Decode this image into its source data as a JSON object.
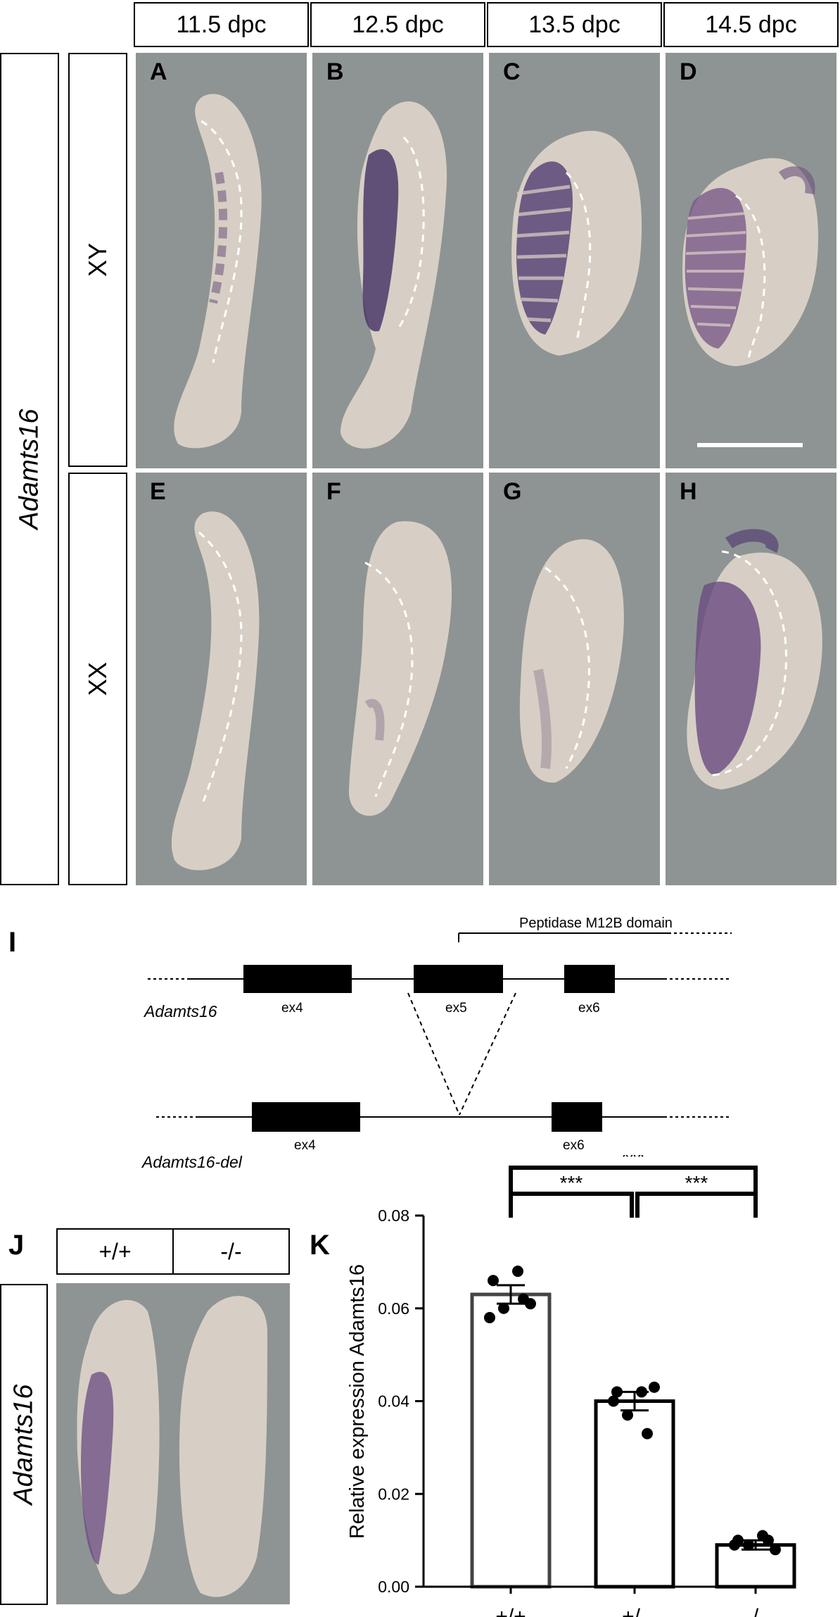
{
  "stages": [
    "11.5 dpc",
    "12.5 dpc",
    "13.5 dpc",
    "14.5 dpc"
  ],
  "gene_label": "Adamts16",
  "rows": [
    "XY",
    "XX"
  ],
  "panel_letters": [
    "A",
    "B",
    "C",
    "D",
    "E",
    "F",
    "G",
    "H"
  ],
  "section_labels": {
    "I": "I",
    "J": "J",
    "K": "K"
  },
  "schematic": {
    "domain_label": "Peptidase M12B domain",
    "wt_label": "Adamts16",
    "del_label": "Adamts16-del",
    "exons": [
      "ex4",
      "ex5",
      "ex6"
    ]
  },
  "panel_j": {
    "genotypes": [
      "+/+",
      "-/-"
    ],
    "gene_label": "Adamts16"
  },
  "chart_data": {
    "type": "bar",
    "categories": [
      "+/+",
      "+/-",
      "-/-"
    ],
    "values": [
      0.063,
      0.04,
      0.009
    ],
    "sem": [
      0.002,
      0.002,
      0.001
    ],
    "points": [
      [
        0.066,
        0.06,
        0.068,
        0.061,
        0.058,
        0.062
      ],
      [
        0.042,
        0.037,
        0.042,
        0.043,
        0.04,
        0.033
      ],
      [
        0.01,
        0.009,
        0.011,
        0.008,
        0.009,
        0.01
      ]
    ],
    "ylabel": "Relative expression Adamts16",
    "ylim": [
      0,
      0.08
    ],
    "yticks": [
      "0.00",
      "0.02",
      "0.04",
      "0.06",
      "0.08"
    ],
    "significance": [
      {
        "from": "+/+",
        "to": "+/-",
        "label": "***"
      },
      {
        "from": "+/-",
        "to": "-/-",
        "label": "***"
      },
      {
        "from": "+/+",
        "to": "-/-",
        "label": "***"
      }
    ]
  }
}
